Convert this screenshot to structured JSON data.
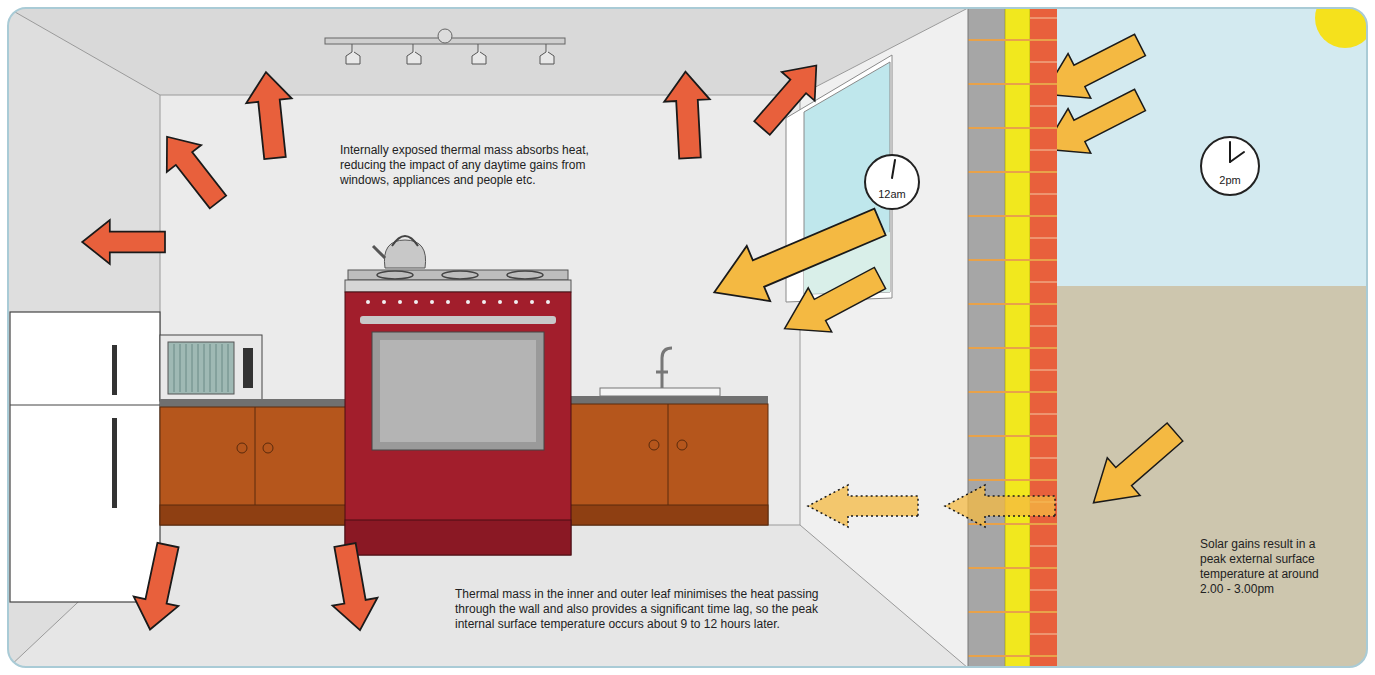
{
  "diagram": {
    "nodes": [
      {
        "text": [
          "12am"
        ]
      },
      {
        "text": [
          "2pm"
        ]
      }
    ],
    "labels": [
      "Internally exposed thermal mass absorbs heat, reducing the impact of any daytime gains from windows, appliances and people etc.",
      "Thermal mass in the inner and outer leaf minimises the heat passing through the wall and also provides a significant time lag, so the peak internal surface temperature occurs about 9 to 12 hours later.",
      "Solar gains result in a peak external surface temperature at around 2.00 - 3.00pm"
    ]
  }
}
